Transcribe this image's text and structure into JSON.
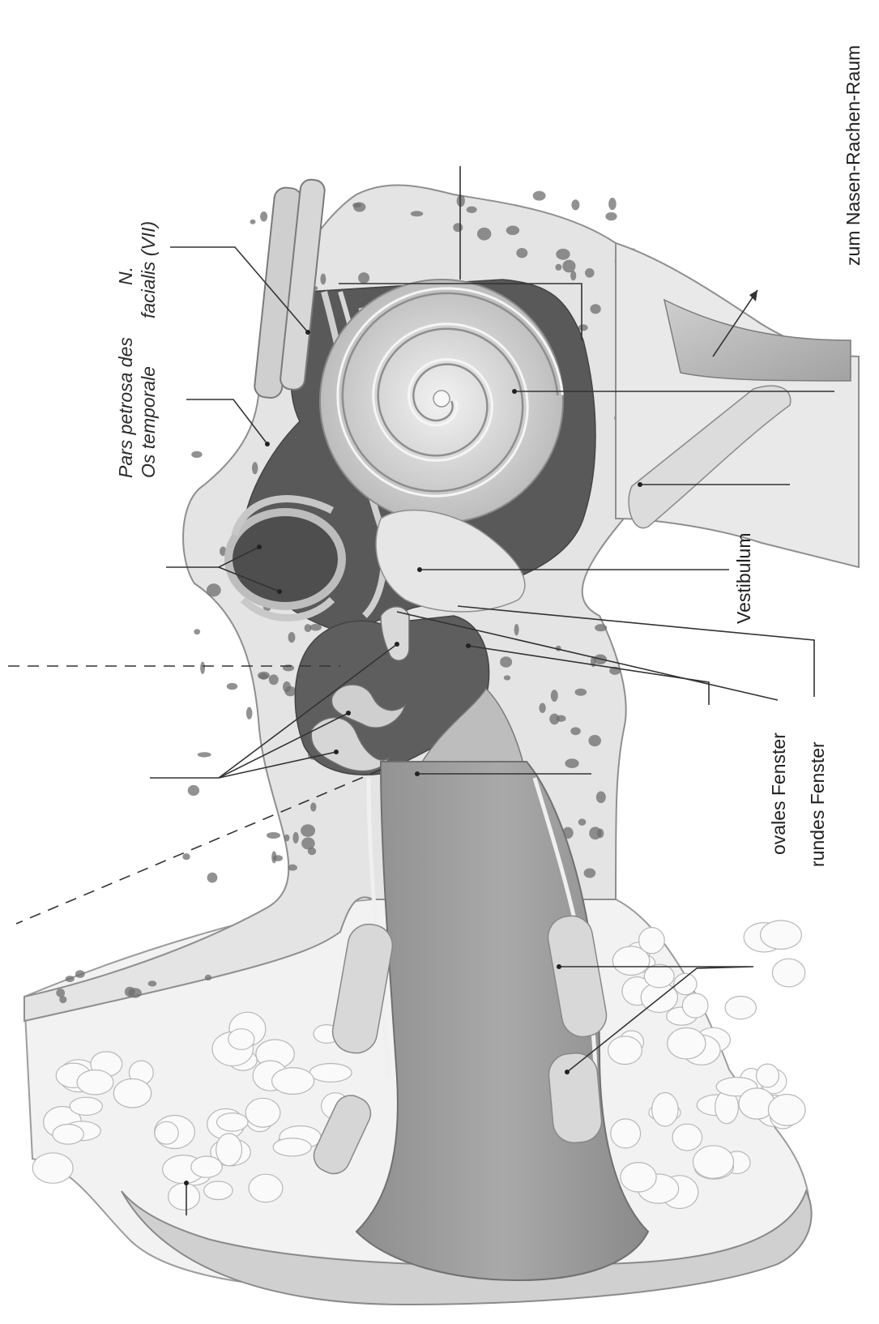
{
  "labels": {
    "pars_petrosa_line1": "Pars petrosa des",
    "pars_petrosa_line2": "Os temporale",
    "n_facialis_line1": "N.",
    "n_facialis_line2": "facialis (VII)",
    "nasen_rachen": "zum Nasen-Rachen-Raum",
    "vestibulum": "Vestibulum",
    "ovales_fenster": "ovales Fenster",
    "rundes_fenster": "rundes Fenster"
  },
  "colors": {
    "bone": "#e3e3e3",
    "bone_pores": "#6e6e6e",
    "canal": "#9a9a9a",
    "cavity": "#5a5a5a",
    "cochlea": "#d2d2d2",
    "leader": "#333333",
    "fat": "#f1f1f1"
  }
}
